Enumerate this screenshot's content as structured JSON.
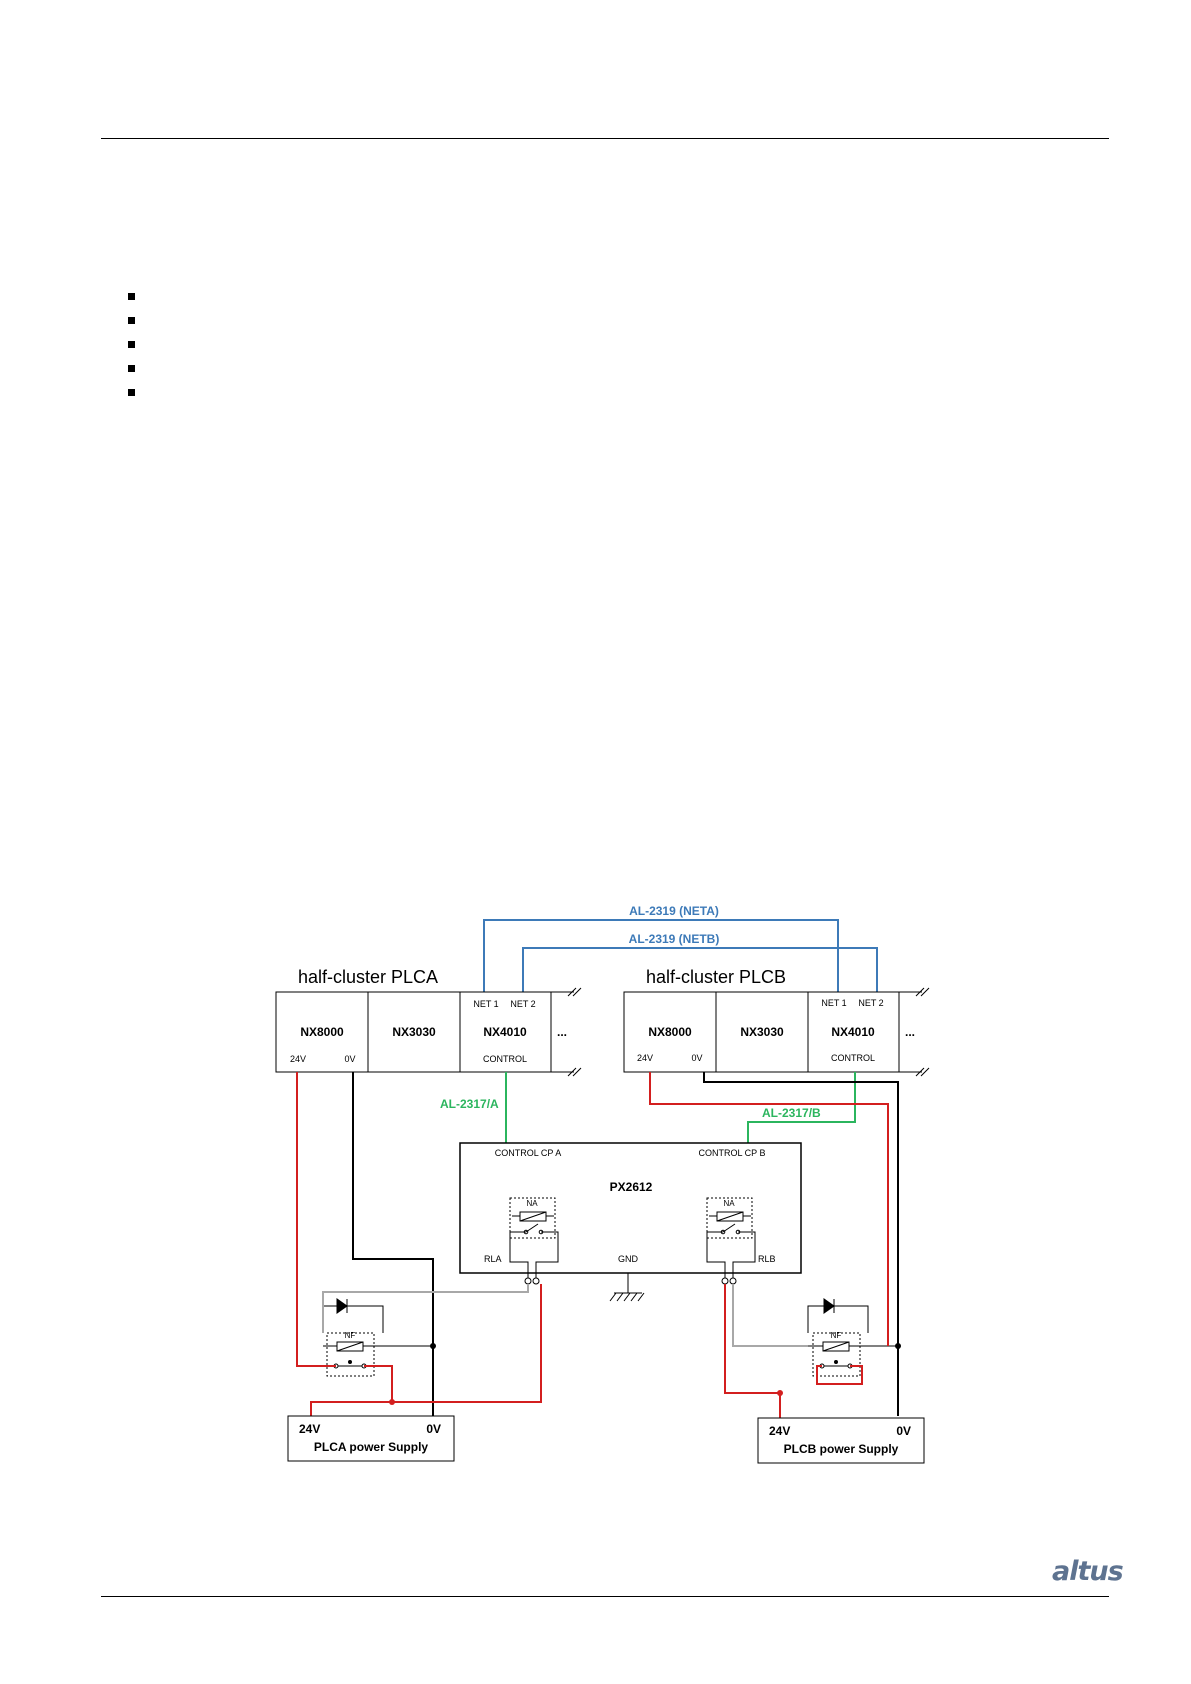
{
  "diagram": {
    "cable_neta": "AL-2319 (NETA)",
    "cable_netb": "AL-2319 (NETB)",
    "cluster_a": {
      "title": "half-cluster PLCA",
      "module_1": "NX8000",
      "module_2": "NX3030",
      "module_3": "NX4010",
      "net1": "NET 1",
      "net2": "NET 2",
      "v24": "24V",
      "v0": "0V",
      "control": "CONTROL",
      "ellipsis": "..."
    },
    "cluster_b": {
      "title": "half-cluster PLCB",
      "module_1": "NX8000",
      "module_2": "NX3030",
      "module_3": "NX4010",
      "net1": "NET 1",
      "net2": "NET 2",
      "v24": "24V",
      "v0": "0V",
      "control": "CONTROL",
      "ellipsis": "..."
    },
    "cable_control_a": "AL-2317/A",
    "cable_control_b": "AL-2317/B",
    "px": {
      "name": "PX2612",
      "control_a": "CONTROL CP A",
      "control_b": "CONTROL CP B",
      "rla": "RLA",
      "rlb": "RLB",
      "gnd": "GND",
      "na": "NA"
    },
    "nf": "NF",
    "supply_a": {
      "v24": "24V",
      "v0": "0V",
      "name": "PLCA power Supply"
    },
    "supply_b": {
      "v24": "24V",
      "v0": "0V",
      "name": "PLCB power Supply"
    }
  },
  "footer": {
    "logo": "altus"
  },
  "colors": {
    "net_cable": "#3d7ab8",
    "control_cable": "#2bb55e",
    "power_24v": "#d31f1f",
    "power_0v": "#000000",
    "relay_wire": "#a8a8a8"
  }
}
